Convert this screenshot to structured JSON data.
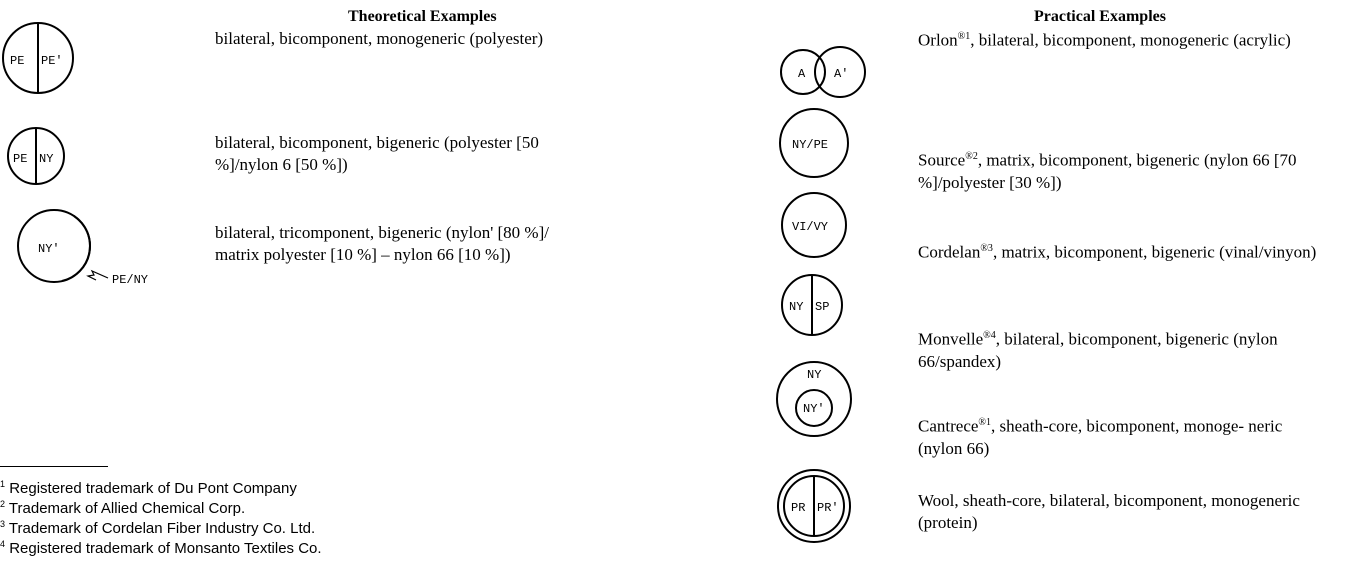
{
  "headers": {
    "theoretical": "Theoretical Examples",
    "practical": "Practical Examples"
  },
  "theoretical": [
    {
      "labels": [
        "PE",
        "PE'"
      ],
      "description": "bilateral, bicomponent, monogeneric (polyester)"
    },
    {
      "labels": [
        "PE",
        "NY"
      ],
      "description": "bilateral, bicomponent, bigeneric (polyester [50 %]/nylon 6 [50 %])"
    },
    {
      "labels": [
        "NY'",
        "PE/NY"
      ],
      "description": "bilateral, tricomponent, bigeneric (nylon' [80 %]/ matrix polyester [10 %] – nylon 66 [10 %])"
    }
  ],
  "practical": [
    {
      "labels": [
        "A",
        "A'"
      ],
      "name": "Orlon",
      "mark": "®1",
      "description": ", bilateral, bicomponent, monogeneric (acrylic)"
    },
    {
      "labels": [
        "NY/PE"
      ],
      "name": "Source",
      "mark": "®2",
      "description": ", matrix, bicomponent, bigeneric (nylon 66 [70 %]/polyester [30 %])"
    },
    {
      "labels": [
        "VI/VY"
      ],
      "name": "Cordelan",
      "mark": "®3",
      "description": ", matrix, bicomponent, bigeneric (vinal/vinyon)"
    },
    {
      "labels": [
        "NY",
        "SP"
      ],
      "name": "Monvelle",
      "mark": "®4",
      "description": ", bilateral, bicomponent, bigeneric (nylon 66/spandex)"
    },
    {
      "labels": [
        "NY",
        "NY'"
      ],
      "name": "Cantrece",
      "mark": "®1",
      "description": ", sheath-core, bicomponent, monoge- neric (nylon 66)"
    },
    {
      "labels": [
        "PR",
        "PR'"
      ],
      "name": "",
      "mark": "",
      "description": "Wool, sheath-core, bilateral, bicomponent, monogeneric (protein)"
    }
  ],
  "footnotes": [
    {
      "num": "1",
      "text": "Registered trademark of Du Pont Company"
    },
    {
      "num": "2",
      "text": "Trademark of Allied Chemical Corp."
    },
    {
      "num": "3",
      "text": "Trademark of Cordelan Fiber Industry Co. Ltd."
    },
    {
      "num": "4",
      "text": "Registered trademark of Monsanto Textiles Co."
    }
  ]
}
